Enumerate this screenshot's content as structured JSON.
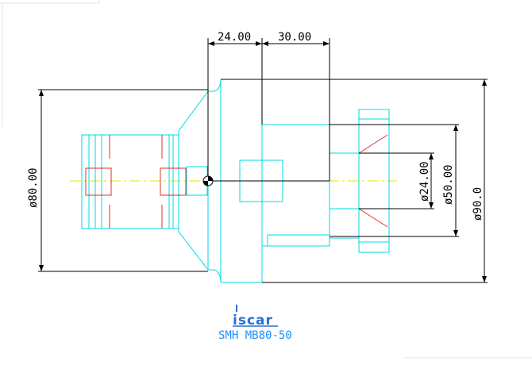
{
  "drawing": {
    "dimensions": {
      "d_24_len": "24.00",
      "d_30_len": "30.00",
      "d_80_dia": "ø80.00",
      "d_24_dia": "ø24.00",
      "d_50_dia": "ø50.00",
      "d_90_dia": "ø90.0"
    },
    "brand_logo": "iscar",
    "part_code": "SMH MB80-50"
  },
  "colors": {
    "outline": "#00d8e0",
    "dimension": "#000000",
    "hidden": "#e03030",
    "centerline": "#e8e000",
    "caption": "#1e90ff"
  }
}
